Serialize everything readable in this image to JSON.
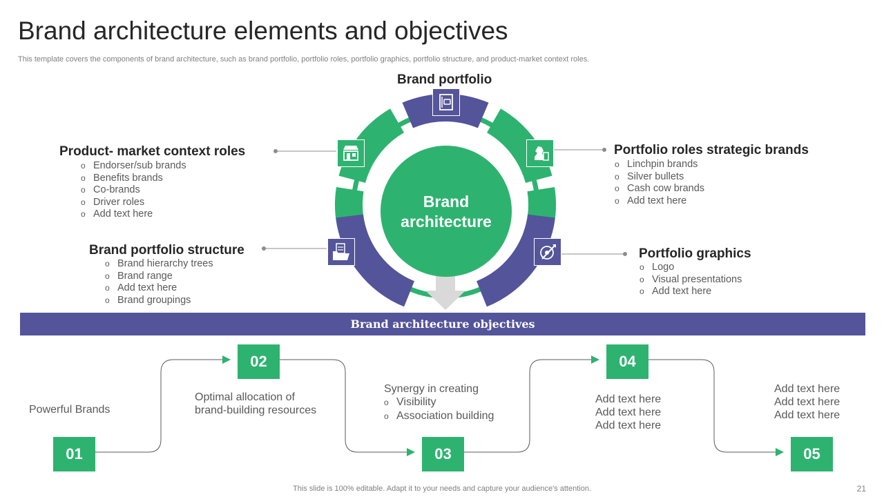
{
  "header": {
    "title": "Brand architecture elements and objectives",
    "subtitle": "This template covers the components of brand architecture, such as brand portfolio, portfolio roles, portfolio graphics, portfolio structure, and product-market context roles."
  },
  "wheel": {
    "center_label_line1": "Brand",
    "center_label_line2": "architecture",
    "colors": {
      "green": "#2db36f",
      "purple": "#54549b",
      "arrow": "#d9d9d9"
    }
  },
  "sections": {
    "brand_portfolio": {
      "title": "Brand portfolio"
    },
    "product_market": {
      "title": "Product- market context roles",
      "items": [
        "Endorser/sub brands",
        "Benefits brands",
        "Co-brands",
        "Driver roles",
        "Add text here"
      ]
    },
    "portfolio_roles": {
      "title": "Portfolio roles strategic brands",
      "items": [
        "Linchpin brands",
        "Silver bullets",
        "Cash cow brands",
        "Add text here"
      ]
    },
    "portfolio_structure": {
      "title": "Brand portfolio structure",
      "items": [
        "Brand hierarchy trees",
        "Brand range",
        "Add text here",
        "Brand groupings"
      ]
    },
    "portfolio_graphics": {
      "title": "Portfolio graphics",
      "items": [
        "Logo",
        "Visual presentations",
        "Add text here"
      ]
    }
  },
  "objectives": {
    "banner": "Brand architecture objectives",
    "steps": [
      {
        "number": "01",
        "lines": [
          "Powerful Brands"
        ]
      },
      {
        "number": "02",
        "lines": [
          "Optimal allocation of",
          "brand-building resources"
        ]
      },
      {
        "number": "03",
        "intro": "Synergy  in creating",
        "items": [
          "Visibility",
          "Association building"
        ]
      },
      {
        "number": "04",
        "lines": [
          "Add text here",
          "Add text here",
          "Add text here"
        ]
      },
      {
        "number": "05",
        "lines": [
          "Add text here",
          "Add text here",
          "Add text here"
        ]
      }
    ]
  },
  "footer": {
    "note": "This slide is 100% editable. Adapt it to your needs and capture your audience's attention.",
    "page_number": "21"
  }
}
